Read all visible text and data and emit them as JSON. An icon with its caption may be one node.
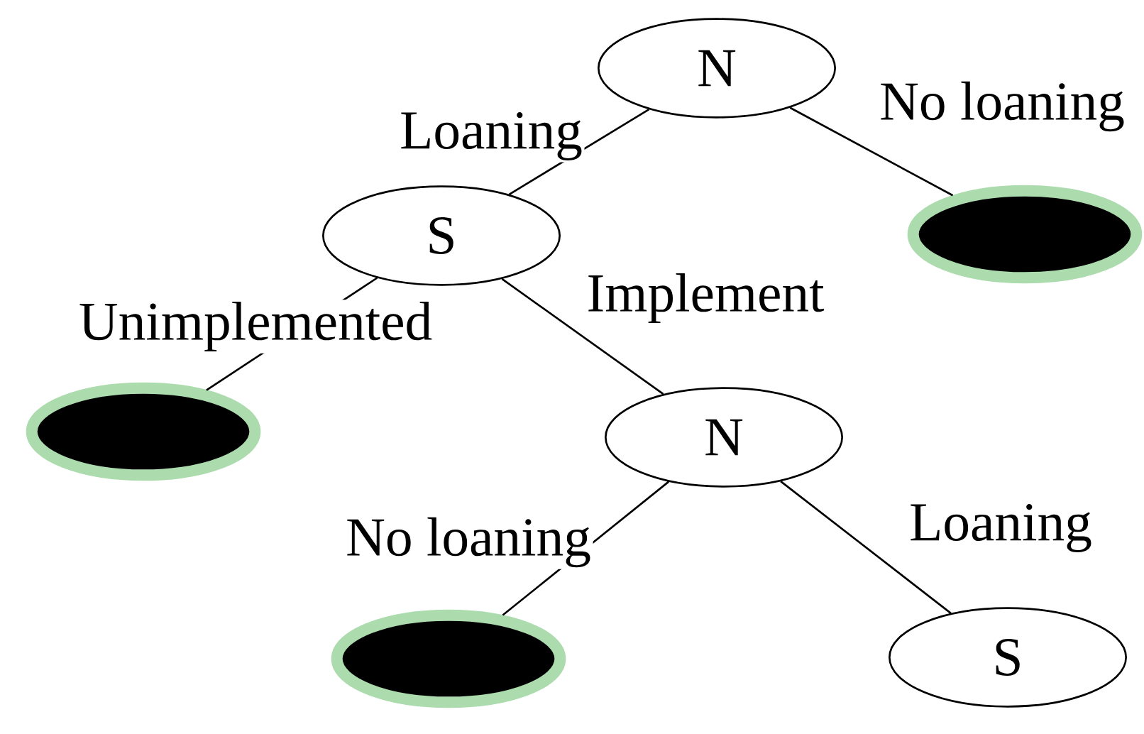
{
  "diagram": {
    "nodes": [
      {
        "text": [
          "N"
        ]
      },
      {
        "text": [
          "S"
        ]
      },
      {
        "text": [],
        "shape": "ellipse"
      },
      {
        "text": [],
        "shape": "ellipse"
      },
      {
        "text": [
          "N"
        ]
      },
      {
        "text": [],
        "shape": "ellipse"
      },
      {
        "text": [
          "S"
        ]
      }
    ],
    "edges": [
      {
        "from": 0,
        "to": 1,
        "arrow": "none",
        "label": "Loaning"
      },
      {
        "from": 0,
        "to": 2,
        "arrow": "none",
        "label": "No loaning"
      },
      {
        "from": 1,
        "to": 3,
        "arrow": "none",
        "label": "Unimplemented"
      },
      {
        "from": 1,
        "to": 4,
        "arrow": "none",
        "label": "Implement"
      },
      {
        "from": 4,
        "to": 5,
        "arrow": "none",
        "label": "No loaning"
      },
      {
        "from": 4,
        "to": 6,
        "arrow": "none",
        "label": "Loaning"
      }
    ]
  }
}
